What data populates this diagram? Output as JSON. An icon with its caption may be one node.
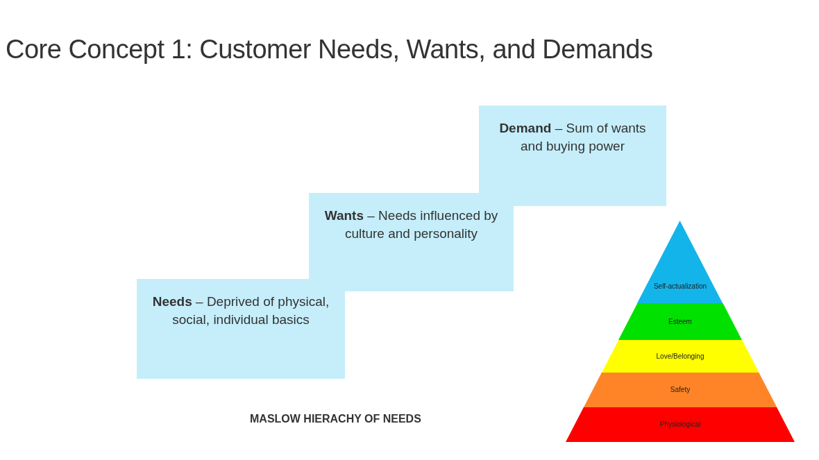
{
  "diagram": {
    "title": "Core Concept 1: Customer Needs, Wants, and Demands",
    "nodes": [
      {
        "text": [
          "**Demand** – Sum of wants and buying power"
        ]
      },
      {
        "text": [
          "**Wants** – Needs influenced by culture and personality"
        ]
      },
      {
        "text": [
          "**Needs** – Deprived of physical, social, individual basics"
        ]
      },
      {
        "text": [
          "Self-actualization"
        ]
      },
      {
        "text": [
          "Esteem"
        ]
      },
      {
        "text": [
          "Love/Belonging"
        ]
      },
      {
        "text": [
          "Safety"
        ]
      },
      {
        "text": [
          "Physiological"
        ]
      }
    ],
    "edges": [],
    "labels": [
      "MASLOW HIERACHY OF NEEDS"
    ]
  }
}
